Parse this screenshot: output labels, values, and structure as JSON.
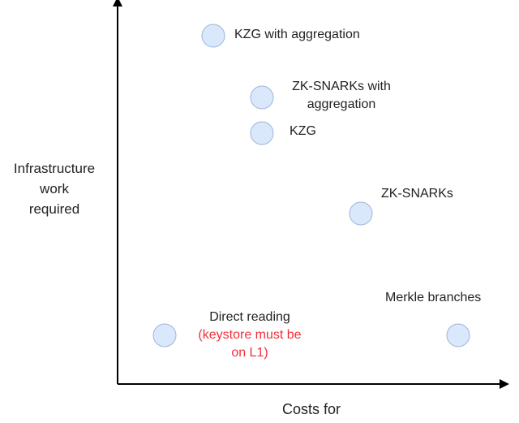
{
  "axes": {
    "y_label": [
      "Infrastructure",
      "work",
      "required"
    ],
    "x_label": "Costs for"
  },
  "points": [
    {
      "label": [
        "KZG with aggregation"
      ]
    },
    {
      "label": [
        "ZK-SNARKs with",
        "aggregation"
      ]
    },
    {
      "label": [
        "KZG"
      ]
    },
    {
      "label": [
        "ZK-SNARKs"
      ]
    },
    {
      "label": [
        "Direct reading"
      ],
      "note": [
        "(keystore must be",
        "on L1)"
      ]
    },
    {
      "label": [
        "Merkle branches"
      ]
    }
  ],
  "colors": {
    "node_fill": "#dae8fc",
    "node_stroke": "#9fb6d6",
    "note": "#f0303a",
    "axis": "#000000"
  }
}
